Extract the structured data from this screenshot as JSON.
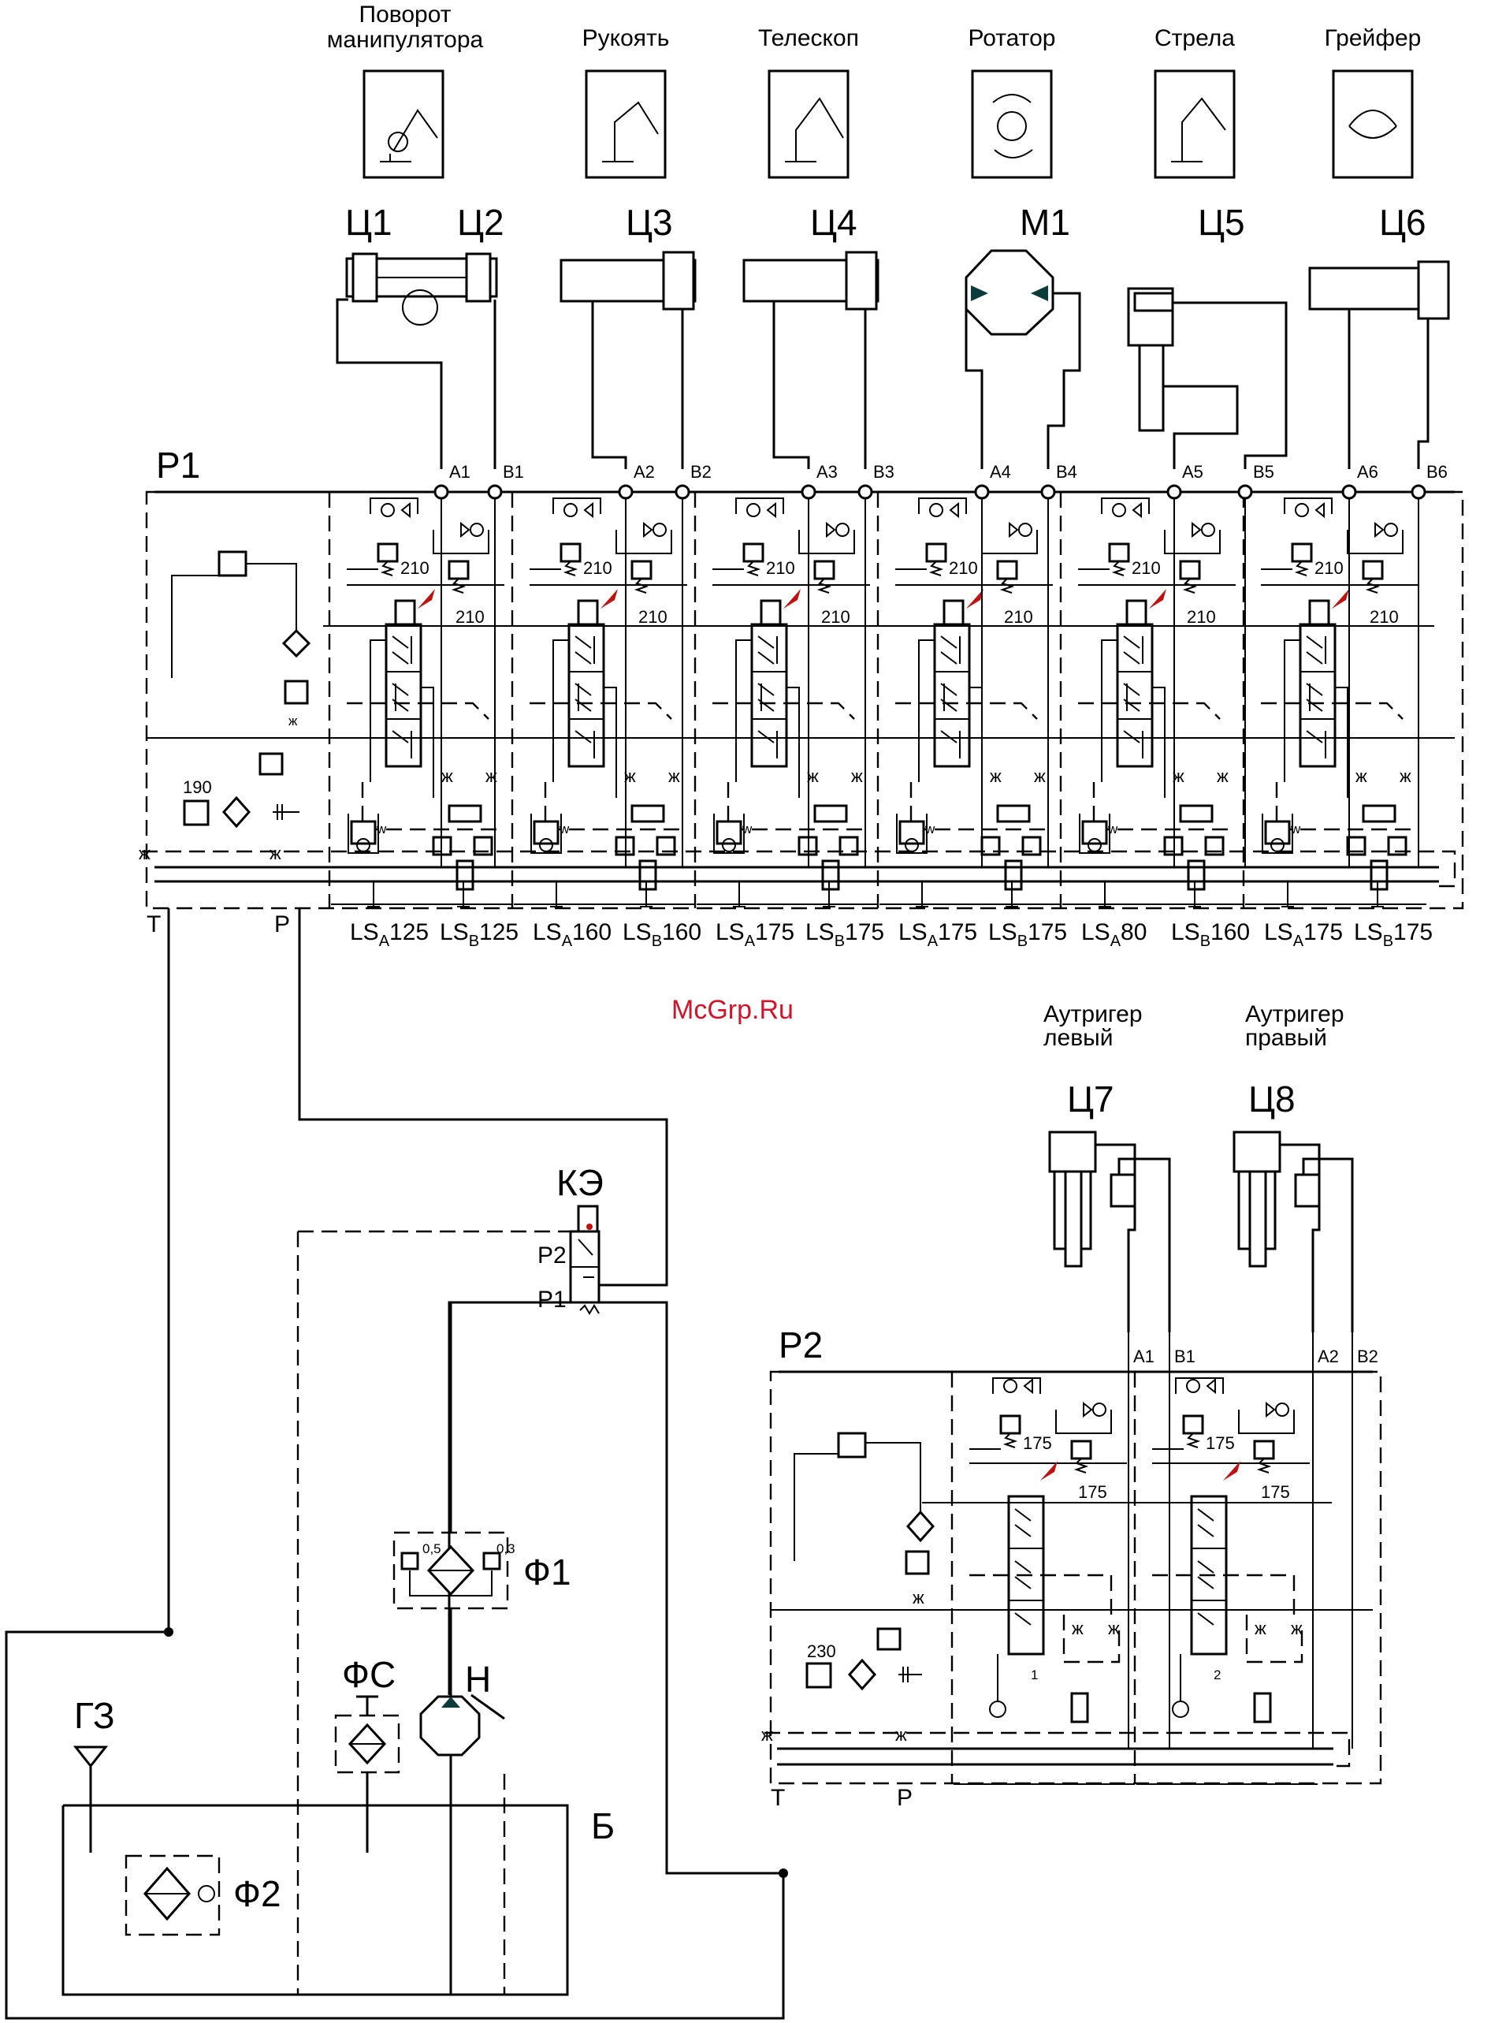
{
  "function_labels": [
    {
      "id": "rotation",
      "lines": [
        "Поворот",
        "манипулятора"
      ]
    },
    {
      "id": "arm",
      "lines": [
        "Рукоять"
      ]
    },
    {
      "id": "telescope",
      "lines": [
        "Телескоп"
      ]
    },
    {
      "id": "rotator",
      "lines": [
        "Ротатор"
      ]
    },
    {
      "id": "boom",
      "lines": [
        "Стрела"
      ]
    },
    {
      "id": "grapple",
      "lines": [
        "Грейфер"
      ]
    }
  ],
  "actuators": [
    "Ц1",
    "Ц2",
    "Ц3",
    "Ц4",
    "М1",
    "Ц5",
    "Ц6"
  ],
  "valve_p1": {
    "label": "Р1",
    "ports": [
      "A1",
      "B1",
      "A2",
      "B2",
      "A3",
      "B3",
      "A4",
      "B4",
      "A5",
      "B5",
      "A6",
      "B6"
    ],
    "tank_port": "Т",
    "pressure_port": "Р",
    "main_relief": "190",
    "section_relief": "210",
    "ls_labels": [
      {
        "a": "125",
        "b": "125"
      },
      {
        "a": "160",
        "b": "160"
      },
      {
        "a": "175",
        "b": "175"
      },
      {
        "a": "175",
        "b": "175"
      },
      {
        "a": "80",
        "b": "160"
      },
      {
        "a": "175",
        "b": "175"
      }
    ]
  },
  "ls_prefix": "LS",
  "ls_sub_a": "A",
  "ls_sub_b": "B",
  "outriggers": [
    {
      "lines": [
        "Аутригер",
        "левый"
      ],
      "cyl": "Ц7"
    },
    {
      "lines": [
        "Аутригер",
        "правый"
      ],
      "cyl": "Ц8"
    }
  ],
  "solenoid": {
    "label": "КЭ",
    "port1": "Р1",
    "port2": "Р2"
  },
  "valve_p2": {
    "label": "Р2",
    "ports": [
      "A1",
      "B1",
      "A2",
      "B2"
    ],
    "tank_port": "Т",
    "pressure_port": "Р",
    "main_relief": "230",
    "section_relief": "175",
    "section_numbers": [
      "1",
      "2"
    ]
  },
  "components": {
    "filter1": "Ф1",
    "filter1_valves": [
      "0,5",
      "0,3"
    ],
    "filter2": "Ф2",
    "breather": "ФС",
    "pump": "Н",
    "filler": "ГЗ",
    "tank": "Б"
  },
  "watermark": "McGrp.Ru"
}
